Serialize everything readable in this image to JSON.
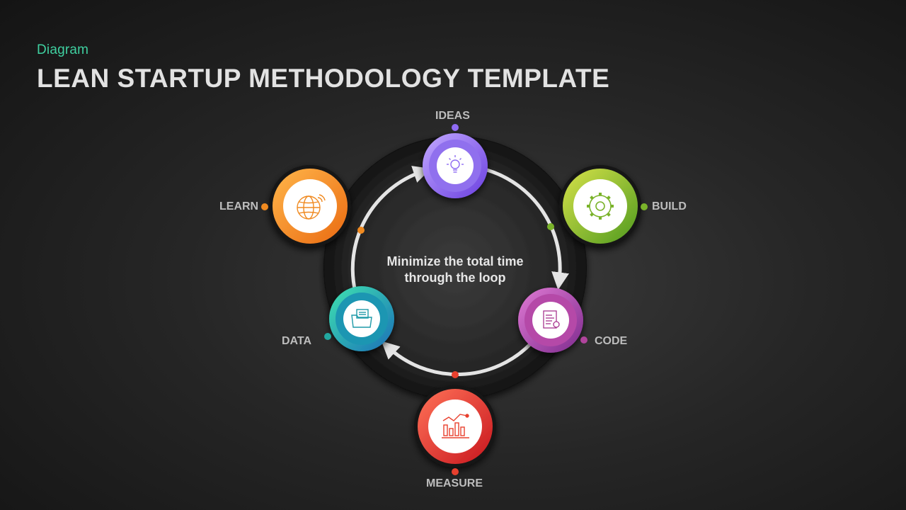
{
  "header": {
    "subtitle": "Diagram",
    "title": "LEAN STARTUP METHODOLOGY TEMPLATE"
  },
  "center": {
    "line1": "Minimize the total time",
    "line2": "through the loop"
  },
  "stages": [
    {
      "label": "IDEAS",
      "icon": "lightbulb-icon",
      "color": "#8f6bf2"
    },
    {
      "label": "BUILD",
      "icon": "gear-icon",
      "color": "#7ab32a"
    },
    {
      "label": "CODE",
      "icon": "document-icon",
      "color": "#b0449c"
    },
    {
      "label": "MEASURE",
      "icon": "chart-icon",
      "color": "#e8402e"
    },
    {
      "label": "DATA",
      "icon": "folder-icon",
      "color": "#22a8a0"
    },
    {
      "label": "LEARN",
      "icon": "globe-icon",
      "color": "#f08a20"
    }
  ]
}
